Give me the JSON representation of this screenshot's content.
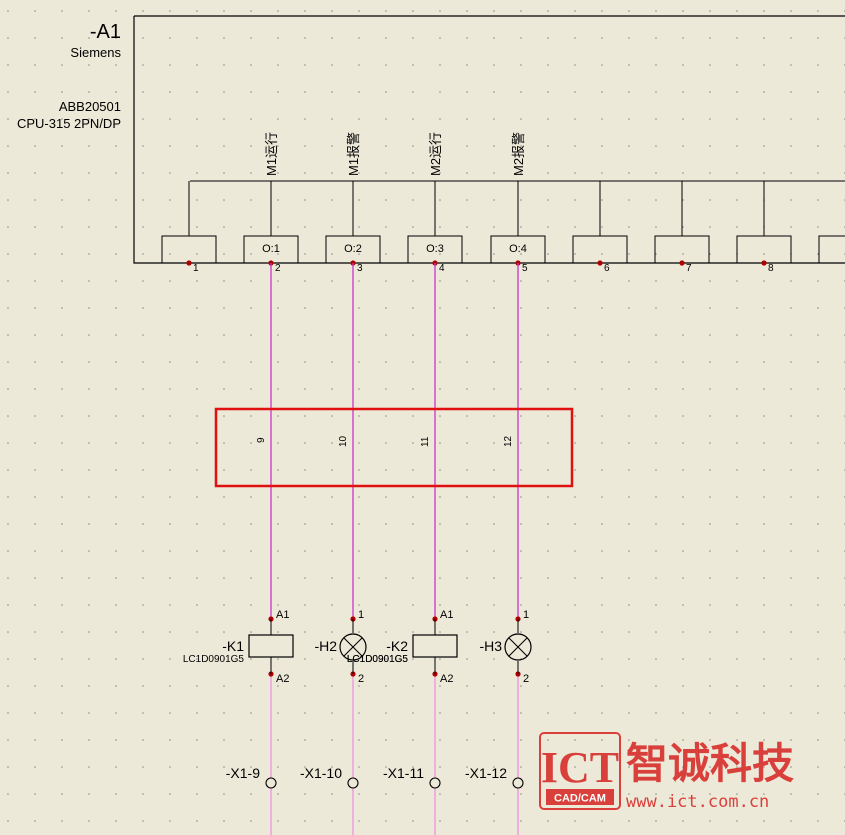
{
  "plc": {
    "tag": "-A1",
    "maker": "Siemens",
    "part": "ABB20501",
    "model": "CPU-315 2PN/DP",
    "signals": [
      "M1运行",
      "M1报警",
      "M2运行",
      "M2报警"
    ],
    "addresses": [
      "",
      "O:1",
      "O:2",
      "O:3",
      "O:4",
      "",
      "",
      "",
      ""
    ],
    "pins": [
      "1",
      "2",
      "3",
      "4",
      "5",
      "6",
      "7",
      "8"
    ]
  },
  "wire_numbers": [
    "9",
    "10",
    "11",
    "12"
  ],
  "devices": [
    {
      "tag": "-K1",
      "part": "LC1D0901G5",
      "t1": "A1",
      "t2": "A2",
      "kind": "coil"
    },
    {
      "tag": "-H2",
      "part": "LC1D0901G5",
      "t1": "1",
      "t2": "2",
      "kind": "lamp"
    },
    {
      "tag": "-K2",
      "part": "LC1D0901G5",
      "t1": "A1",
      "t2": "A2",
      "kind": "coil"
    },
    {
      "tag": "-H3",
      "part": "",
      "t1": "1",
      "t2": "2",
      "kind": "lamp"
    }
  ],
  "terminals": [
    "-X1-9",
    "-X1-10",
    "-X1-11",
    "-X1-12"
  ],
  "logo": {
    "mark": "ICT",
    "sub": "CAD/CAM",
    "name": "智诚科技",
    "url": "www.ict.com.cn"
  },
  "colors": {
    "wire": "#cc33cc",
    "wire_light": "#f08ce0",
    "highlight": "#e01010",
    "node": "#b00000",
    "logo": "#d8322f"
  }
}
